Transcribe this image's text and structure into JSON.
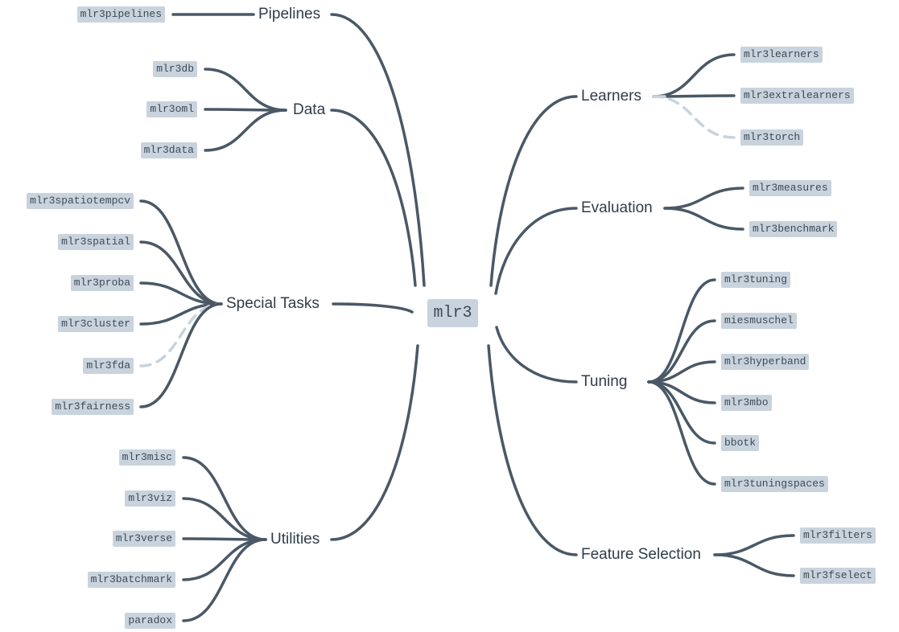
{
  "root": {
    "label": "mlr3"
  },
  "colors": {
    "line": "#4a5866",
    "optional_line": "#c8d3dd",
    "box": "#c8d3dd",
    "text": "#3d4a55"
  },
  "branches": [
    {
      "label": "Pipelines",
      "side": "left",
      "leaves": [
        {
          "label": "mlr3pipelines"
        }
      ]
    },
    {
      "label": "Data",
      "side": "left",
      "leaves": [
        {
          "label": "mlr3db"
        },
        {
          "label": "mlr3oml"
        },
        {
          "label": "mlr3data"
        }
      ]
    },
    {
      "label": "Special Tasks",
      "side": "left",
      "leaves": [
        {
          "label": "mlr3spatiotempcv"
        },
        {
          "label": "mlr3spatial"
        },
        {
          "label": "mlr3proba"
        },
        {
          "label": "mlr3cluster"
        },
        {
          "label": "mlr3fda",
          "optional": true
        },
        {
          "label": "mlr3fairness"
        }
      ]
    },
    {
      "label": "Utilities",
      "side": "left",
      "leaves": [
        {
          "label": "mlr3misc"
        },
        {
          "label": "mlr3viz"
        },
        {
          "label": "mlr3verse"
        },
        {
          "label": "mlr3batchmark"
        },
        {
          "label": "paradox"
        }
      ]
    },
    {
      "label": "Learners",
      "side": "right",
      "leaves": [
        {
          "label": "mlr3learners"
        },
        {
          "label": "mlr3extralearners"
        },
        {
          "label": "mlr3torch",
          "optional": true
        }
      ]
    },
    {
      "label": "Evaluation",
      "side": "right",
      "leaves": [
        {
          "label": "mlr3measures"
        },
        {
          "label": "mlr3benchmark"
        }
      ]
    },
    {
      "label": "Tuning",
      "side": "right",
      "leaves": [
        {
          "label": "mlr3tuning"
        },
        {
          "label": "miesmuschel"
        },
        {
          "label": "mlr3hyperband"
        },
        {
          "label": "mlr3mbo"
        },
        {
          "label": "bbotk"
        },
        {
          "label": "mlr3tuningspaces"
        }
      ]
    },
    {
      "label": "Feature Selection",
      "side": "right",
      "leaves": [
        {
          "label": "mlr3filters"
        },
        {
          "label": "mlr3fselect"
        }
      ]
    }
  ]
}
